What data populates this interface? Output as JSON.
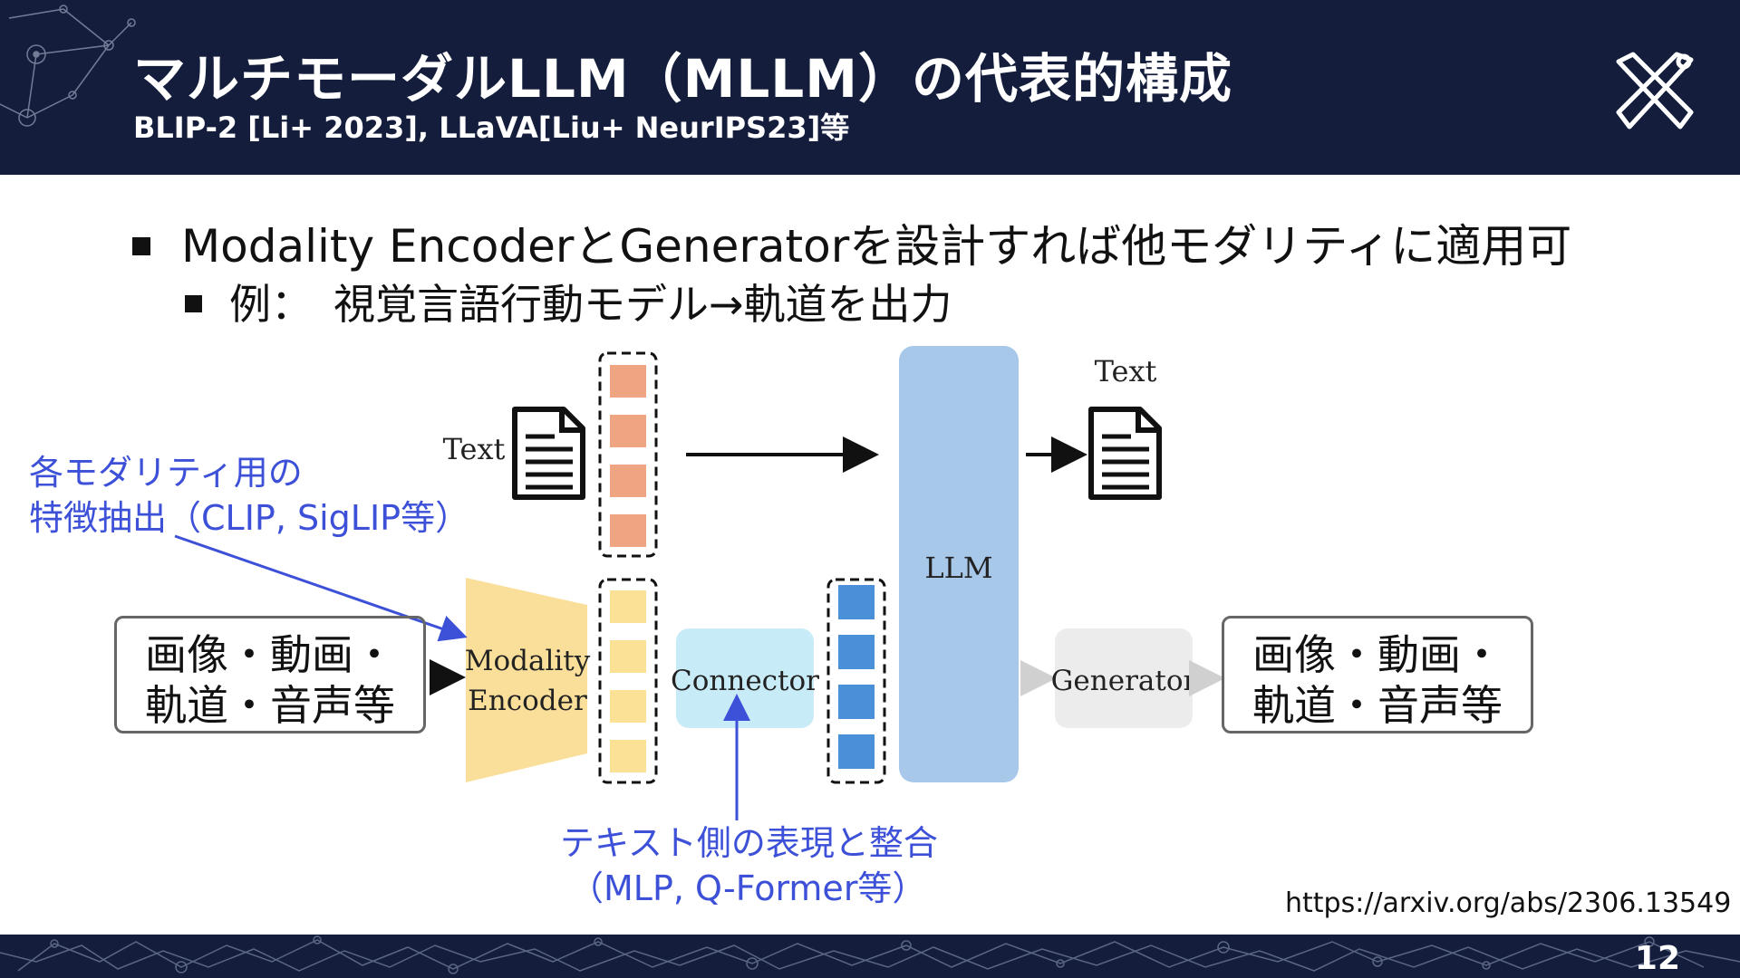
{
  "header": {
    "title": "マルチモーダルLLM（MLLM）の代表的構成",
    "subtitle": "BLIP-2 [Li+ 2023], LLaVA[Liu+ NeurIPS23]等",
    "logo_icon": "crossed-tools-icon"
  },
  "bullets": [
    {
      "text": "Modality EncoderとGeneratorを設計すれば他モダリティに適用可"
    },
    {
      "text": "例：　視覚言語行動モデル→軌道を出力"
    }
  ],
  "diagram": {
    "text_label_left": "Text",
    "text_label_right": "Text",
    "llm_label": "LLM",
    "encoder_label_line1": "Modality",
    "encoder_label_line2": "Encoder",
    "connector_label": "Connector",
    "generator_label": "Generator",
    "input_box": {
      "line1": "画像・動画・",
      "line2": "軌道・音声等"
    },
    "output_box": {
      "line1": "画像・動画・",
      "line2": "軌道・音声等"
    },
    "annotation_encoder": {
      "line1": "各モダリティ用の",
      "line2": "特徴抽出（CLIP, SigLIP等）"
    },
    "annotation_connector": {
      "line1": "テキスト側の表現と整合",
      "line2": "（MLP, Q-Former等）"
    },
    "colors": {
      "text_token": "#f0a582",
      "image_token": "#fae196",
      "projected_token": "#4a90d9",
      "llm": "#a8c8ea",
      "encoder": "#f9df9a",
      "connector": "#c8ebf8",
      "generator": "#ececec",
      "annotation": "#3d50d8"
    }
  },
  "source_url": "https://arxiv.org/abs/2306.13549",
  "page_number": "12"
}
